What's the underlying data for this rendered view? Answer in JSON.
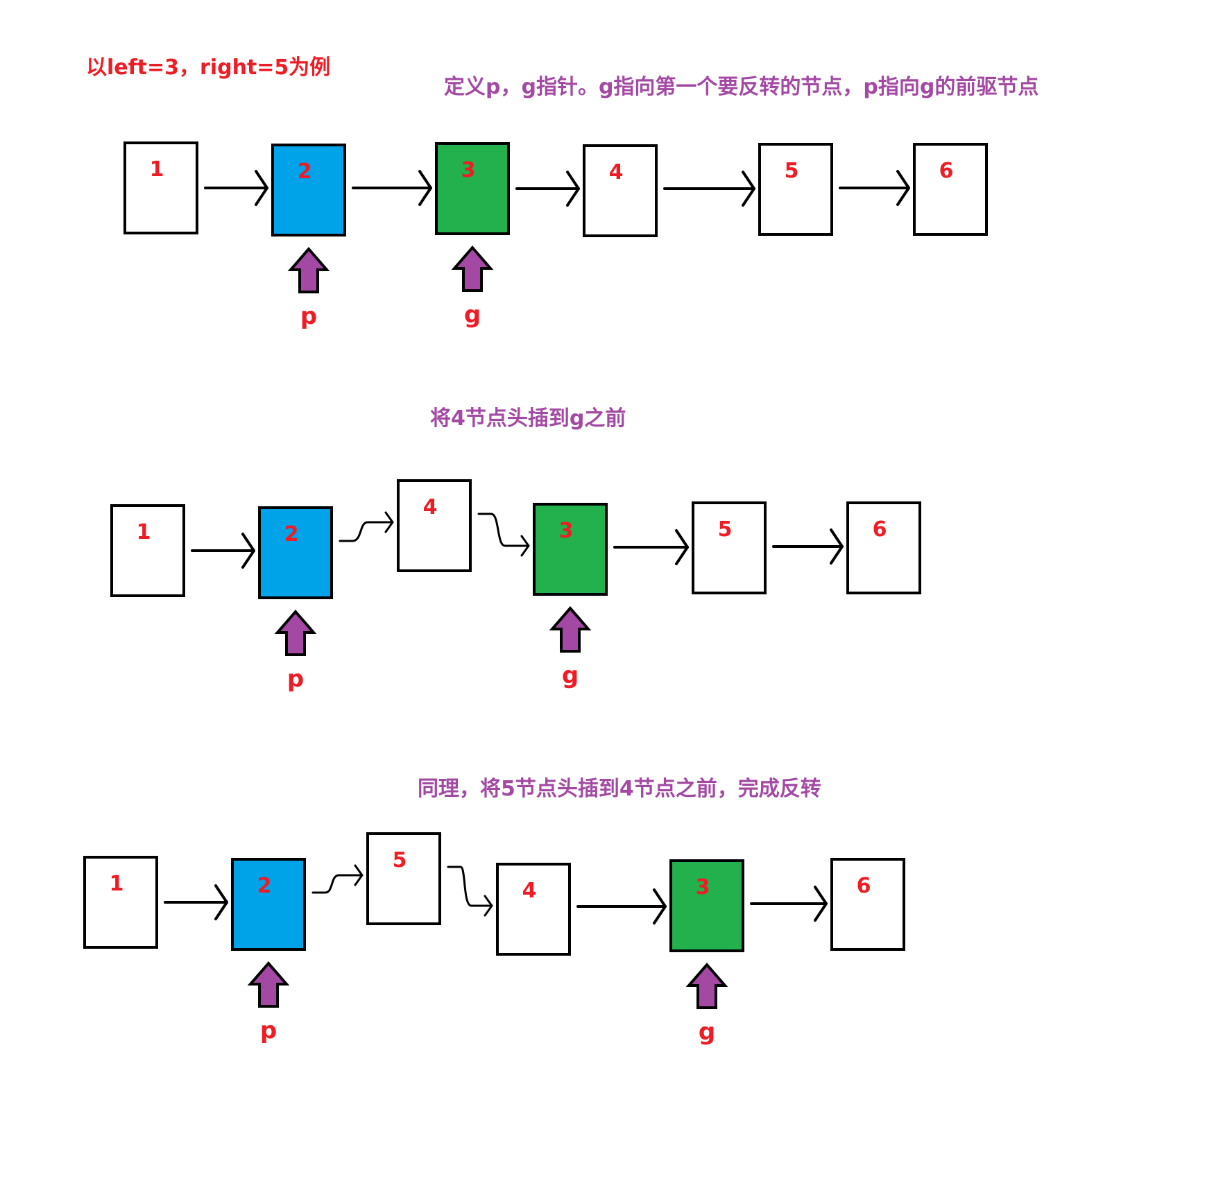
{
  "example_caption": "以left=3，right=5为例",
  "colors": {
    "p_node": "#00a2e8",
    "g_node": "#22b14c",
    "pointer": "#a349a4",
    "label": "#ee1c24",
    "caption_purple": "#a349a4"
  },
  "stages": [
    {
      "caption": "定义p，g指针。g指向第一个要反转的节点，p指向g的前驱节点",
      "nodes": [
        {
          "label": "1",
          "role": "plain"
        },
        {
          "label": "2",
          "role": "p"
        },
        {
          "label": "3",
          "role": "g"
        },
        {
          "label": "4",
          "role": "plain"
        },
        {
          "label": "5",
          "role": "plain"
        },
        {
          "label": "6",
          "role": "plain"
        }
      ],
      "pointers": [
        {
          "label": "p",
          "node_index": 1
        },
        {
          "label": "g",
          "node_index": 2
        }
      ]
    },
    {
      "caption": "将4节点头插到g之前",
      "nodes": [
        {
          "label": "1",
          "role": "plain"
        },
        {
          "label": "2",
          "role": "p"
        },
        {
          "label": "4",
          "role": "plain"
        },
        {
          "label": "3",
          "role": "g"
        },
        {
          "label": "5",
          "role": "plain"
        },
        {
          "label": "6",
          "role": "plain"
        }
      ],
      "pointers": [
        {
          "label": "p",
          "node_index": 1
        },
        {
          "label": "g",
          "node_index": 3
        }
      ]
    },
    {
      "caption": "同理，将5节点头插到4节点之前，完成反转",
      "nodes": [
        {
          "label": "1",
          "role": "plain"
        },
        {
          "label": "2",
          "role": "p"
        },
        {
          "label": "5",
          "role": "plain"
        },
        {
          "label": "4",
          "role": "plain"
        },
        {
          "label": "3",
          "role": "g"
        },
        {
          "label": "6",
          "role": "plain"
        }
      ],
      "pointers": [
        {
          "label": "p",
          "node_index": 1
        },
        {
          "label": "g",
          "node_index": 4
        }
      ]
    }
  ]
}
